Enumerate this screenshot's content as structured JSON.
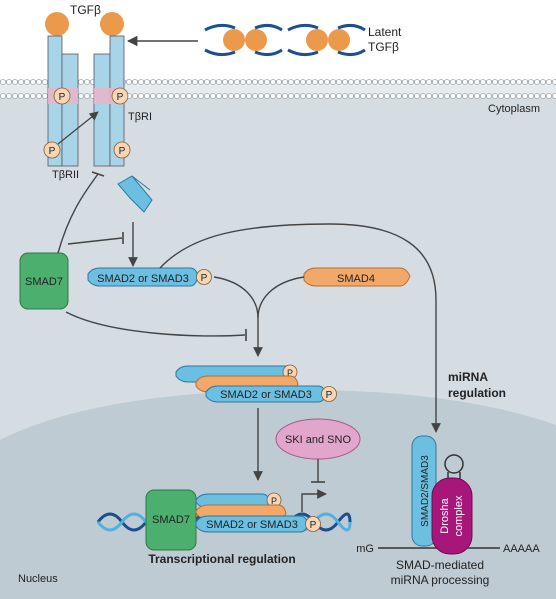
{
  "labels": {
    "tgfb": "TGFβ",
    "latent_line1": "Latent",
    "latent_line2": "TGFβ",
    "cytoplasm": "Cytoplasm",
    "nucleus": "Nucleus",
    "tbri": "TβRI",
    "tbrii": "TβRII",
    "smad7": "SMAD7",
    "smad23": "SMAD2 or SMAD3",
    "smad4": "SMAD4",
    "p": "P",
    "ski_sno": "SKI and SNO",
    "mirna_reg_line1": "miRNA",
    "mirna_reg_line2": "regulation",
    "transcriptional": "Transcriptional regulation",
    "smad23_vertical": "SMAD2/SMAD3",
    "drosha_line1": "Drosha",
    "drosha_line2": "complex",
    "mg": "mG",
    "aaaaa": "AAAAA",
    "smad_mediated_line1": "SMAD-mediated",
    "smad_mediated_line2": "miRNA processing"
  },
  "colors": {
    "cytoplasm": "#d5dde3",
    "nucleus": "#bfcbd3",
    "membrane_head": "#ffffff",
    "receptor": "#a7d4e6",
    "receptor_band": "#e6b6cb",
    "ligand": "#eb9a4c",
    "phospho": "#f6d6b6",
    "smad23": "#6cbfe0",
    "smad4": "#f2a868",
    "smad7": "#4caf6e",
    "ski_sno": "#e2a6cc",
    "drosha": "#a9167a",
    "dna_dark": "#1c4f8f",
    "dna_light": "#4fb1df",
    "arrow": "#444444"
  }
}
